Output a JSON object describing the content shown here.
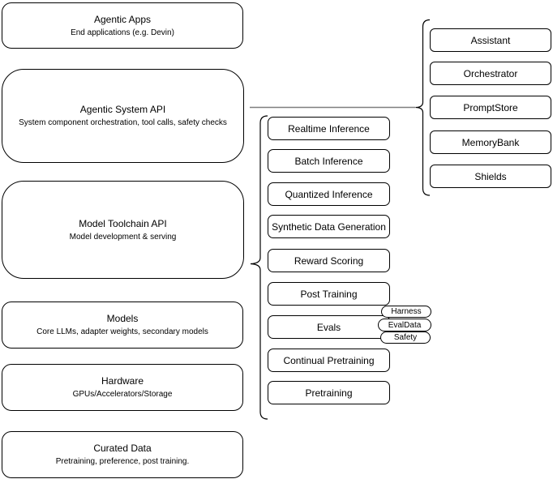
{
  "layers": {
    "stack": [
      {
        "title": "Agentic Apps",
        "subtitle": "End applications (e.g. Devin)"
      },
      {
        "title": "Agentic System API",
        "subtitle": "System component orchestration, tool calls, safety checks"
      },
      {
        "title": "Model Toolchain API",
        "subtitle": "Model development & serving"
      },
      {
        "title": "Models",
        "subtitle": "Core LLMs, adapter weights, secondary models"
      },
      {
        "title": "Hardware",
        "subtitle": "GPUs/Accelerators/Storage"
      },
      {
        "title": "Curated Data",
        "subtitle": "Pretraining, preference, post training."
      }
    ],
    "toolchain": {
      "items": [
        "Realtime Inference",
        "Batch Inference",
        "Quantized Inference",
        "Synthetic Data Generation",
        "Reward Scoring",
        "Post Training",
        "Evals",
        "Continual Pretraining",
        "Pretraining"
      ]
    },
    "eval_tags": [
      "Harness",
      "EvalData",
      "Safety"
    ],
    "components": [
      "Assistant",
      "Orchestrator",
      "PromptStore",
      "MemoryBank",
      "Shields"
    ]
  },
  "colors": {
    "stroke": "#000000",
    "connector": "#7f7f7f",
    "background": "#ffffff"
  }
}
